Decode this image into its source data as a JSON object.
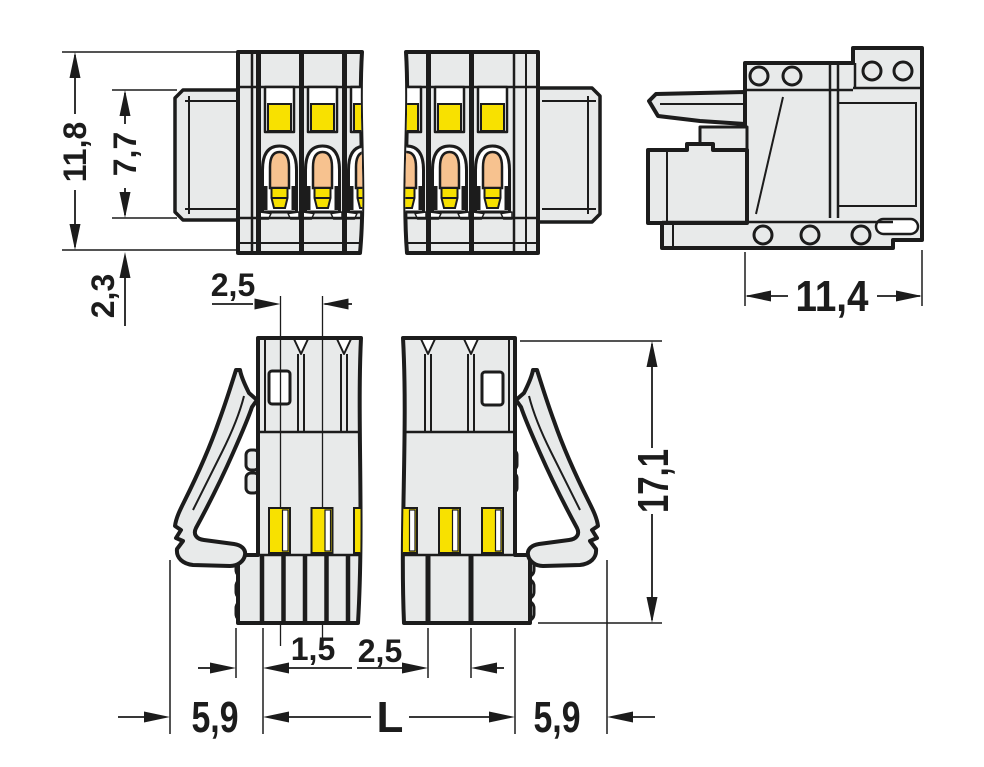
{
  "diagram": {
    "type": "technical-dimension-drawing",
    "subject": "multi-pole push-button female plug connector, three orthographic views",
    "units": "mm",
    "decimal_separator": ",",
    "views": {
      "front_view": {
        "dims": {
          "overall_height": "11,8",
          "socket_depth": "7,7",
          "lower_offset": "2,3"
        }
      },
      "side_view": {
        "dims": {
          "overall_width": "11,4"
        }
      },
      "bottom_view": {
        "dims": {
          "pole_pitch_top": "2,5",
          "overall_height_with_levers": "17,1",
          "edge_offset": "1,5",
          "pole_pitch_bottom": "2,5",
          "lever_projection_left": "5,9",
          "total_length": "L",
          "lever_projection_right": "5,9"
        }
      }
    },
    "colors": {
      "housing": "#e8eaea",
      "outline": "#1c1c1c",
      "actuator_yellow": "#f8e100",
      "contact_orange": "#f7c28f",
      "background": "#ffffff"
    }
  }
}
